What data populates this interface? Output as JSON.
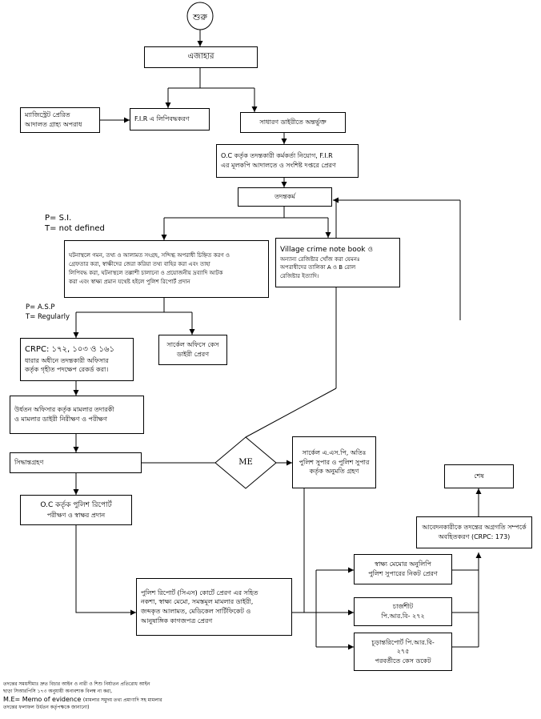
{
  "nodes": {
    "start": "শুরু",
    "ejahar": "এজাহার",
    "magistrate": [
      "ম্যাজিস্ট্রেট প্রেরিত",
      "আদালত গ্রাহ্য অপরাধ"
    ],
    "fir_record": "F.I.R এ লিপিবদ্ধকরণ",
    "general_diary": "সাধারণ ডাইরীতে অন্তর্ভুক্ত",
    "oc_assign": [
      "O.C কর্তৃক তদন্তকারী কর্মকর্তা নিয়োগ, F.I.R",
      "এর মূলকপি আদালতে ও সংশিষ্ট দপ্তরে প্রেরণ"
    ],
    "investigation": "তদন্তকর্ম",
    "site_visit": [
      "ঘটনাস্থলে গমন, তথ্য ও আলামত সংগ্রহ, সন্দিগ্ধ অপরাধী চিহ্নিত করণ ও",
      "গ্রেফতার করা, স্বাক্ষীদের জেরা করিয়া তথ্য বাহির করা এবং তাহা",
      "লিপিবদ্ধ করা, ঘটনাস্থলে তল্লাশী চালানো ও প্রয়োজনীয় দ্রব্যাদি আটক",
      "করা এবং স্বাক্ষ্য প্রমান যথেষ্ট হইলে পুলিশ রিপোর্ট প্রদান"
    ],
    "village_crime": [
      "Village crime note book ও",
      "অন্যান্য রেজিষ্টার খোঁজ করা যেমনঃ",
      "অপরাধীদের তালিকা A ও B রোল",
      "রেজিষ্টার ইত্যাদি।"
    ],
    "crpc_record": [
      "CRPC: ১৭২, ১০৩ ও ১৬১",
      "ধারার অধীনে তদন্তকারী অফিসার",
      "কর্তৃক গৃহীত পদক্ষেপ রেকর্ড করা।"
    ],
    "circle_office": [
      "সার্কেল অফিসে কেস",
      "ডাইরী প্রেরণ"
    ],
    "supervision": [
      "উর্ধতন অফিসার কর্তৃক মামলার তদারকী",
      "ও মামলার ডাইরী নিরীক্ষণ ও পরীক্ষণ"
    ],
    "decision": "সিদ্ধান্তগ্রহণ",
    "me": "ME",
    "circle_asp": [
      "সার্কেল এ.এস.পি, অতিঃ",
      "পুলিশ সুপার ও পুলিশ সুপার",
      "কর্তৃক অনুমতি গ্রহণ"
    ],
    "oc_sign": [
      "O.C কর্তৃক পুলিশ রিপোর্ট",
      "পরীক্ষণ ও স্বাক্ষর প্রদান"
    ],
    "police_report": [
      "পুলিশ রিপোর্ট (সিএস) কোর্টে প্রেরণ এর সহিত",
      "নকশা, স্বাক্ষ্য মেমো, সমস্তমূল মামলার ডাইরী,",
      "জব্দকৃত আলামত, মেডিকেল সার্টিফিকেট ও",
      "আনুষাঙ্গিক কাগজপত্র প্রেরণ"
    ],
    "memo_copy": [
      "স্বাক্ষ্য মেমোর অনুলিপি",
      "পুলিশ সুপারের নিকট প্রেরণ"
    ],
    "chargesheet": [
      "চার্জশীট",
      "পি.আর.বি- ২৭২"
    ],
    "final_report": [
      "চূড়ান্তরিপোর্ট পি.আর.বি-",
      "২৭৫",
      "পরবর্তীতে কেস ডকেট"
    ],
    "inform": [
      "আবেদনকারীকে তদন্তের অগ্রগতি সম্পর্কে",
      "অবহিতকরণ (CRPC: 173)"
    ],
    "end": "শেষ"
  },
  "notes": {
    "si": [
      "P= S.I.",
      "T= not defined"
    ],
    "asp": [
      "P= A.S.P",
      "T= Regularly"
    ]
  },
  "footnote": [
    "তদন্তের সময়সীমাঃ দ্রুত বিচার আইন ও নারী ও শিশু নির্যাতন প্রতিরোধ আইন",
    "ছাড়া সিআরপিসি ১৭৩ অনুযায়ী অনাবশ্যক বিলম্ব না করা,",
    "M.E= Memo of evidence",
    "(মামলার সমুদয় তথ্য প্রমাণাদি সহ মামলার",
    "তদন্তের ফলাফল উর্ধতন কর্তৃপক্ষকে জানানো)"
  ]
}
